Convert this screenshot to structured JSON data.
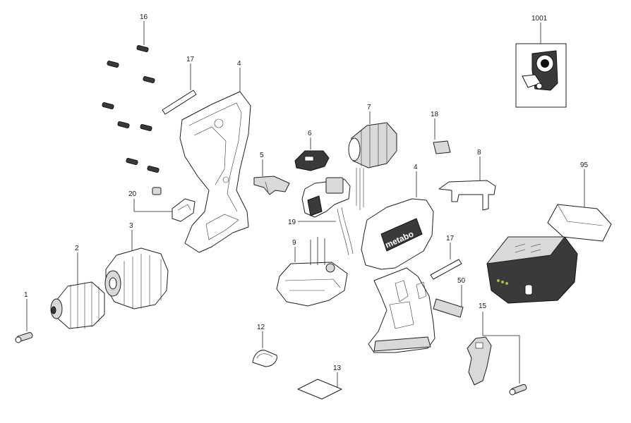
{
  "labels": {
    "p1": "1",
    "p2": "2",
    "p3": "3",
    "p4a": "4",
    "p4b": "4",
    "p5": "5",
    "p6": "6",
    "p7": "7",
    "p8": "8",
    "p9": "9",
    "p12": "12",
    "p13": "13",
    "p15": "15",
    "p16": "16",
    "p17a": "17",
    "p17b": "17",
    "p18": "18",
    "p19": "19",
    "p20": "20",
    "p50": "50",
    "p95": "95",
    "p1001": "1001"
  },
  "brand_text": "metabo"
}
